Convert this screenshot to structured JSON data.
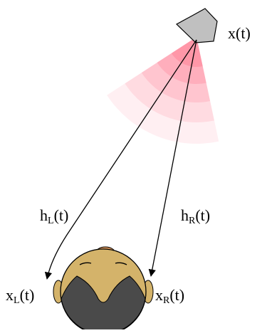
{
  "labels": {
    "source": {
      "main": "x",
      "sub": "",
      "arg": "(t)"
    },
    "hl": {
      "main": "h",
      "sub": "L",
      "arg": "(t)"
    },
    "hr": {
      "main": "h",
      "sub": "R",
      "arg": "(t)"
    },
    "xl": {
      "main": "x",
      "sub": "L",
      "arg": "(t)"
    },
    "xr": {
      "main": "x",
      "sub": "R",
      "arg": "(t)"
    }
  },
  "colors": {
    "wave_fill": "#ff6680",
    "speaker_fill": "#c0c0c0",
    "face_fill": "#d4b36a",
    "hair_fill": "#4a4a4a",
    "nose_fill": "#d9955a",
    "line": "#000000"
  },
  "icons": {
    "speaker": "loudspeaker-icon",
    "head": "listener-head-icon"
  }
}
